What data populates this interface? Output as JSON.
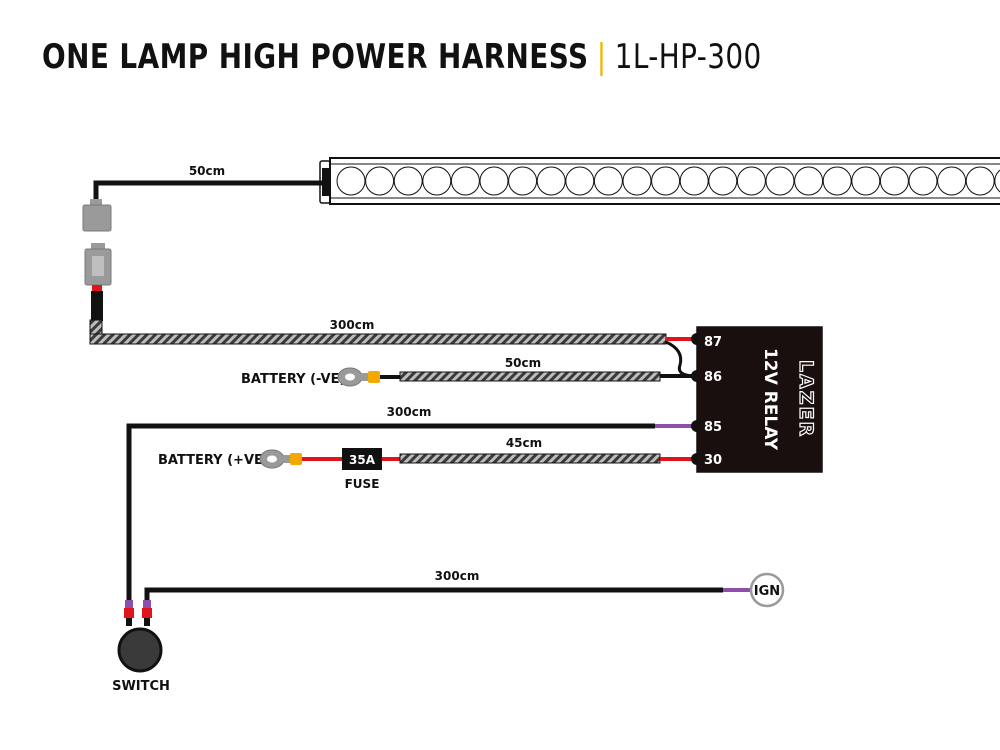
{
  "title": {
    "main": "ONE LAMP HIGH POWER HARNESS",
    "separator": "|",
    "code": "1L-HP-300"
  },
  "colors": {
    "accent": "#f2b705",
    "wire_black": "#111111",
    "wire_red": "#e0141b",
    "wire_purple": "#8e4fa8",
    "terminal_yellow": "#f2a900",
    "connector_grey": "#9a9a9a"
  },
  "wires": {
    "lamp_lead": "50cm",
    "relay_87": "300cm",
    "battery_neg": "50cm",
    "relay_85": "300cm",
    "battery_pos": "45cm",
    "ignition": "300cm"
  },
  "relay": {
    "brand": "LAZER",
    "label": "12V RELAY",
    "pins": {
      "p87": "87",
      "p86": "86",
      "p85": "85",
      "p30": "30"
    }
  },
  "components": {
    "battery_neg": "BATTERY (-VE)",
    "battery_pos": "BATTERY (+VE)",
    "fuse_rating": "35A",
    "fuse_label": "FUSE",
    "ignition": "IGN",
    "switch": "SWITCH"
  },
  "icons": {
    "light_bar": "light-bar-icon",
    "connector": "connector-icon",
    "ring_terminal": "ring-terminal-icon",
    "fuse": "fuse-icon",
    "relay": "relay-icon",
    "switch": "switch-icon"
  }
}
